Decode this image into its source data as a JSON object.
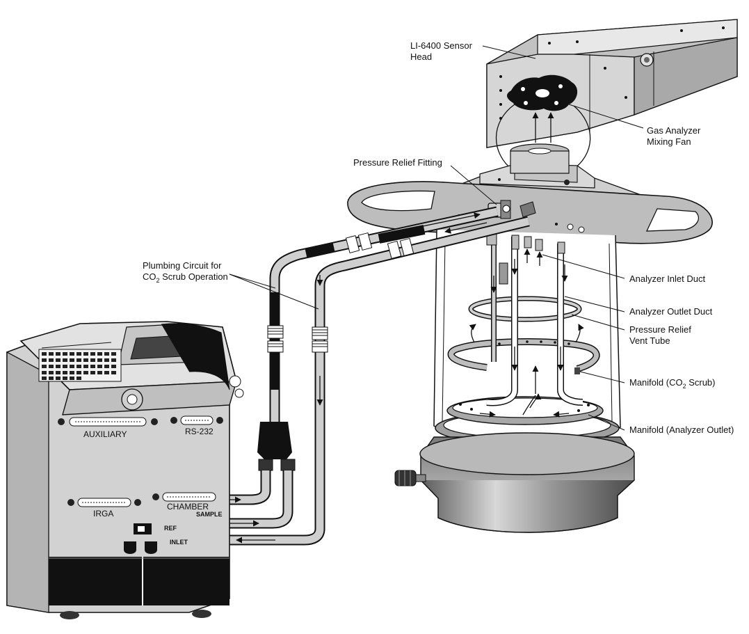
{
  "diagram": {
    "colors": {
      "ink": "#111111",
      "metal_light": "#e4e4e4",
      "metal_mid": "#bdbdbd",
      "metal_dark": "#7d7d7d",
      "tube": "#cfcfcf",
      "glass": "#ffffff"
    },
    "labels": {
      "sensor_head_1": "LI-6400 Sensor",
      "sensor_head_2": "Head",
      "mixing_fan_1": "Gas Analyzer",
      "mixing_fan_2": "Mixing Fan",
      "pressure_relief_fitting": "Pressure Relief Fitting",
      "plumbing_1": "Plumbing Circuit for",
      "plumbing_2_prefix": "CO",
      "plumbing_2_sub": "2",
      "plumbing_2_suffix": " Scrub Operation",
      "inlet_duct": "Analyzer Inlet Duct",
      "outlet_duct": "Analyzer Outlet Duct",
      "vent_tube_1": "Pressure Relief",
      "vent_tube_2": "Vent Tube",
      "manifold_scrub_prefix": "Manifold (CO",
      "manifold_scrub_sub": "2",
      "manifold_scrub_suffix": " Scrub)",
      "manifold_outlet": "Manifold (Analyzer Outlet)"
    },
    "console_ports": {
      "auxiliary": "AUXILIARY",
      "rs232": "RS-232",
      "irga": "IRGA",
      "chamber": "CHAMBER",
      "ref": "REF",
      "sample": "SAMPLE",
      "inlet": "INLET"
    },
    "icons": [
      "flow-arrow-icon",
      "fan-icon",
      "thumb-screw-icon",
      "hex-nut-icon"
    ]
  }
}
